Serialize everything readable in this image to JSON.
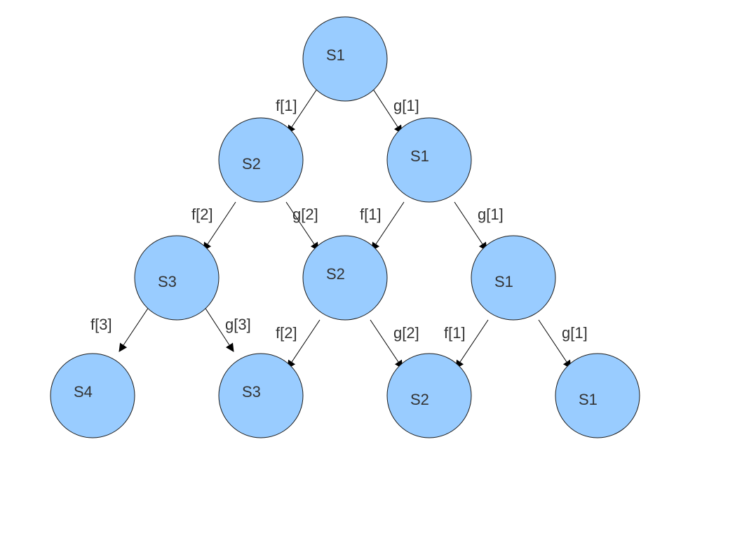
{
  "colors": {
    "node_fill": "#99ccff",
    "stroke": "#000000",
    "text": "#333333"
  },
  "nodes": [
    "S1",
    "S2",
    "S1",
    "S3",
    "S2",
    "S1",
    "S4",
    "S3",
    "S2",
    "S1"
  ],
  "edges": [
    "f[1]",
    "g[1]",
    "f[2]",
    "g[2]",
    "f[1]",
    "g[1]",
    "f[3]",
    "g[3]",
    "f[2]",
    "g[2]",
    "f[1]",
    "g[1]"
  ]
}
